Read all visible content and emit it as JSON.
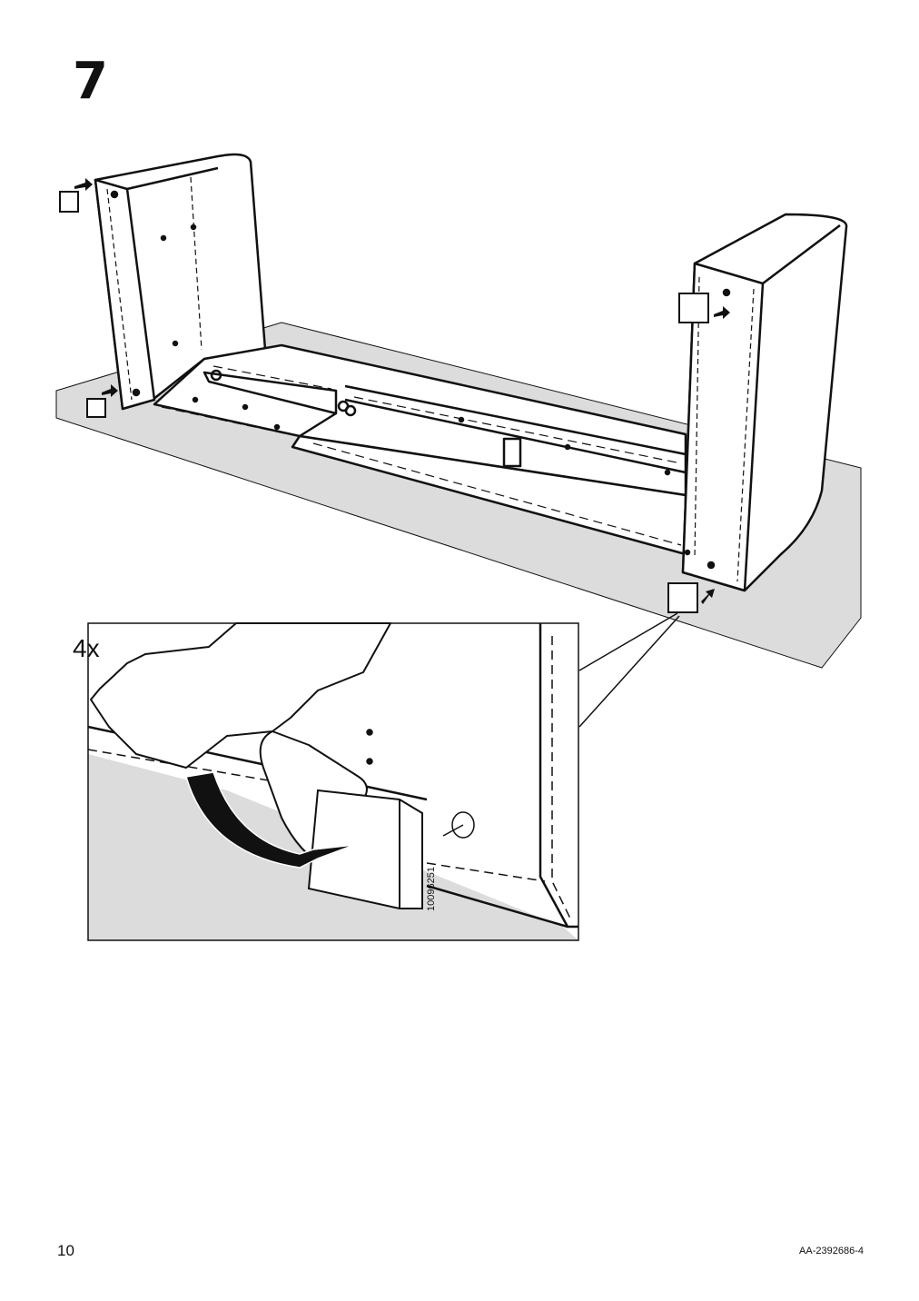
{
  "step": {
    "number": "7"
  },
  "detail": {
    "quantity": "4x",
    "part_number": "10096251"
  },
  "footer": {
    "page_number": "10",
    "document_id": "AA-2392686-4"
  },
  "colors": {
    "ink": "#111111",
    "floor": "#dcdcdc",
    "paper": "#ffffff"
  },
  "icons": [
    "push-arrow-icon",
    "rotate-arrow-icon",
    "hand-icon",
    "foot-cap"
  ]
}
